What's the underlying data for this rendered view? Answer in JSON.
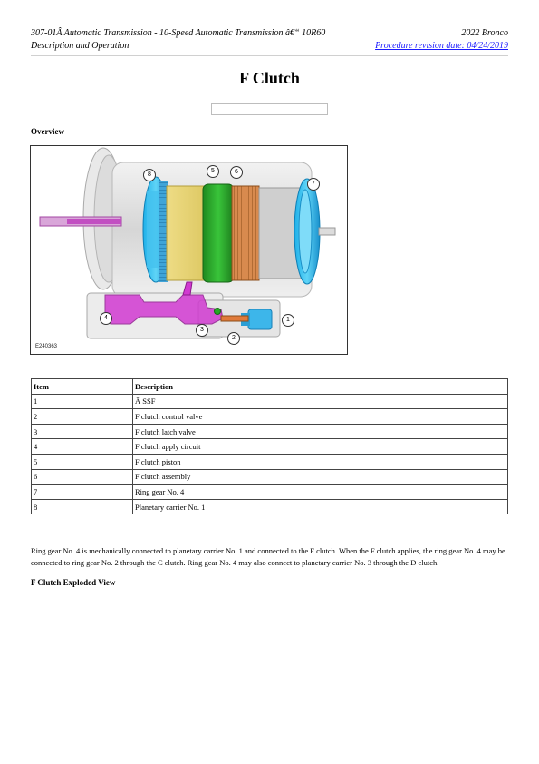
{
  "header": {
    "doc_title": "307-01Â Automatic Transmission - 10-Speed Automatic Transmission â€“ 10R60",
    "vehicle": "2022 Bronco",
    "section": "Description and Operation",
    "revision": "Procedure revision date: 04/24/2019"
  },
  "page_title": "F Clutch",
  "overview_heading": "Overview",
  "figure": {
    "id_label": "E240363",
    "callouts": [
      "1",
      "2",
      "3",
      "4",
      "5",
      "6",
      "7",
      "8"
    ]
  },
  "legend_table": {
    "headers": [
      "Item",
      "Description"
    ],
    "rows": [
      [
        "1",
        "Â  SSF"
      ],
      [
        "2",
        "F clutch control valve"
      ],
      [
        "3",
        "F clutch latch valve"
      ],
      [
        "4",
        "F clutch apply circuit"
      ],
      [
        "5",
        "F clutch piston"
      ],
      [
        "6",
        "F clutch assembly"
      ],
      [
        "7",
        "Ring gear No. 4"
      ],
      [
        "8",
        "Planetary carrier No. 1"
      ]
    ]
  },
  "description": "Ring gear No. 4 is mechanically connected to planetary carrier No. 1 and connected to the F clutch. When the F clutch applies, the ring gear No. 4 may be connected to ring gear No. 2 through the C clutch. Ring gear No. 4 may also connect to planetary carrier No. 3 through the D clutch.",
  "exploded_heading": "F Clutch Exploded View"
}
